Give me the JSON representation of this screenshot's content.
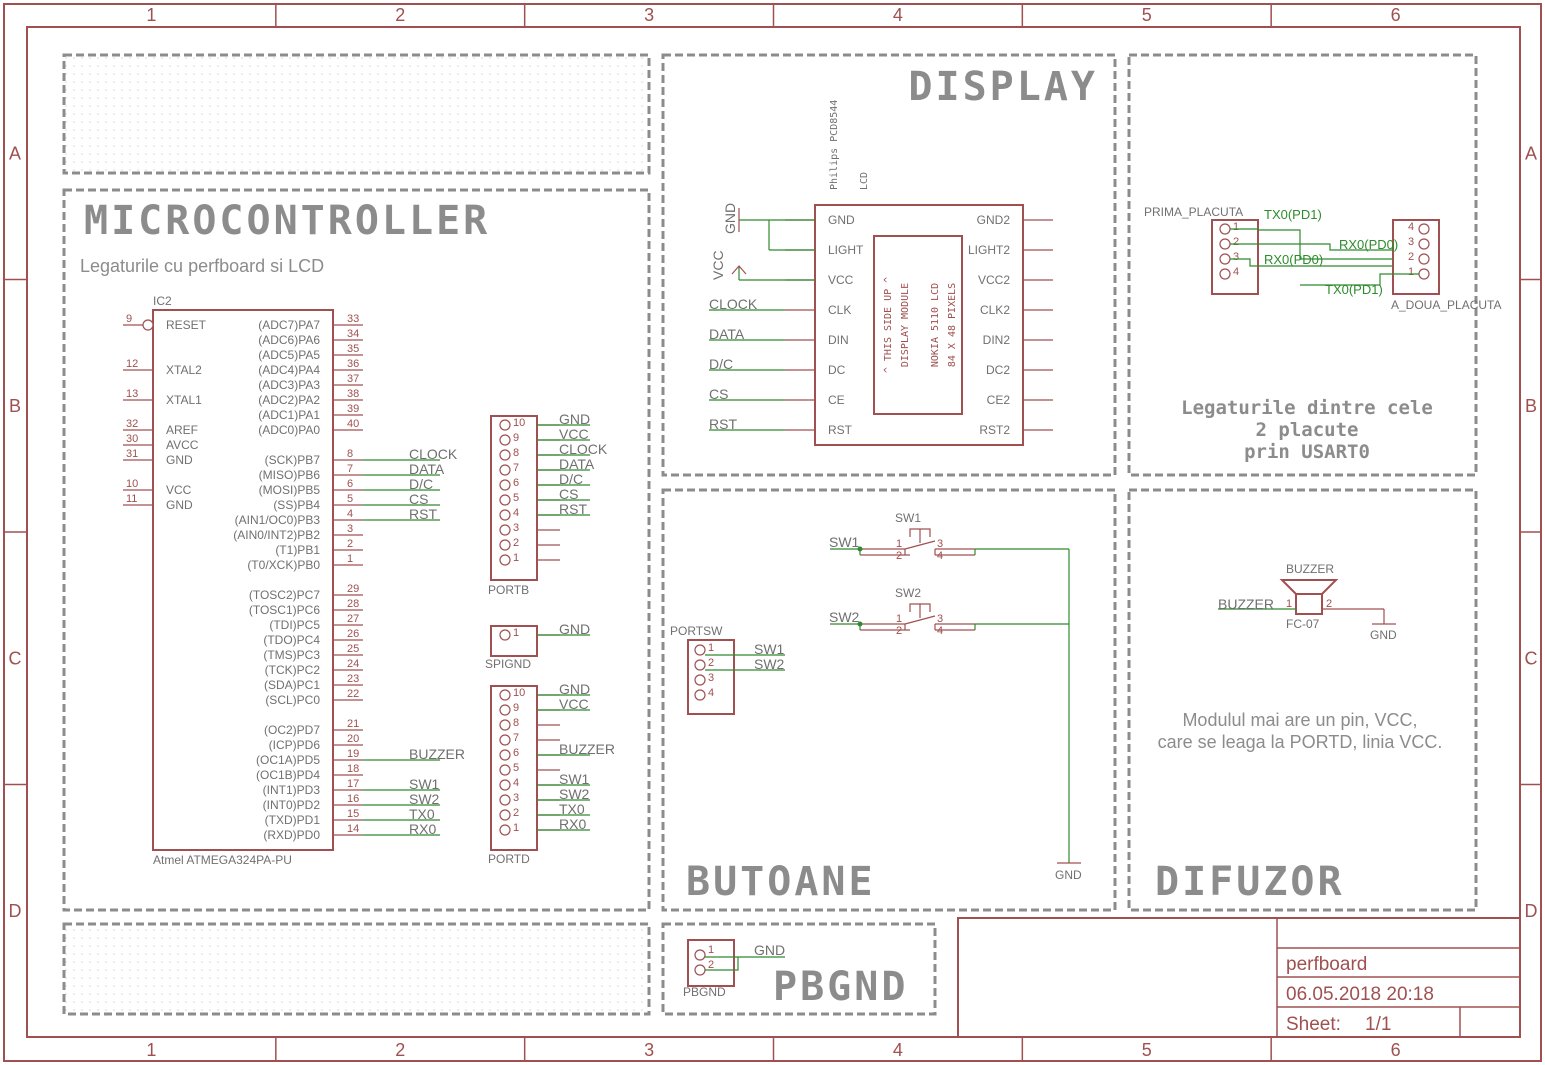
{
  "colors": {
    "frame": "#a05050",
    "wire": "#2e8b2e",
    "text_gray": "#8c8c8c"
  },
  "grid": {
    "columns": [
      "1",
      "2",
      "3",
      "4",
      "5",
      "6"
    ],
    "rows": [
      "A",
      "B",
      "C",
      "D"
    ]
  },
  "sections": {
    "microcontroller": "MICROCONTROLLER",
    "display": "DISPLAY",
    "butoane": "BUTOANE",
    "difuzor": "DIFUZOR",
    "pbgnd": "PBGND"
  },
  "notes": {
    "mcu_subtitle": "Legaturile cu perfboard si LCD",
    "usart_line1": "Legaturile dintre cele",
    "usart_line2": "2 placute",
    "usart_line3": "prin USART0",
    "buzzer_line1": "Modulul mai are un pin, VCC,",
    "buzzer_line2": "care se leaga la PORTD, linia VCC."
  },
  "mcu": {
    "name": "IC2",
    "value": "Atmel ATMEGA324PA-PU",
    "left_pins": [
      {
        "num": "9",
        "label": "RESET"
      },
      {
        "num": "12",
        "label": "XTAL2"
      },
      {
        "num": "13",
        "label": "XTAL1"
      },
      {
        "num": "32",
        "label": "AREF"
      },
      {
        "num": "30",
        "label": "AVCC"
      },
      {
        "num": "31",
        "label": "GND"
      },
      {
        "num": "10",
        "label": "VCC"
      },
      {
        "num": "11",
        "label": "GND"
      }
    ],
    "right_pins": [
      {
        "num": "33",
        "label": "(ADC7)PA7",
        "net": ""
      },
      {
        "num": "34",
        "label": "(ADC6)PA6",
        "net": ""
      },
      {
        "num": "35",
        "label": "(ADC5)PA5",
        "net": ""
      },
      {
        "num": "36",
        "label": "(ADC4)PA4",
        "net": ""
      },
      {
        "num": "37",
        "label": "(ADC3)PA3",
        "net": ""
      },
      {
        "num": "38",
        "label": "(ADC2)PA2",
        "net": ""
      },
      {
        "num": "39",
        "label": "(ADC1)PA1",
        "net": ""
      },
      {
        "num": "40",
        "label": "(ADC0)PA0",
        "net": ""
      },
      {
        "num": "8",
        "label": "(SCK)PB7",
        "net": "CLOCK"
      },
      {
        "num": "7",
        "label": "(MISO)PB6",
        "net": "DATA"
      },
      {
        "num": "6",
        "label": "(MOSI)PB5",
        "net": "D/C"
      },
      {
        "num": "5",
        "label": "(SS)PB4",
        "net": "CS"
      },
      {
        "num": "4",
        "label": "(AIN1/OC0)PB3",
        "net": "RST"
      },
      {
        "num": "3",
        "label": "(AIN0/INT2)PB2",
        "net": ""
      },
      {
        "num": "2",
        "label": "(T1)PB1",
        "net": ""
      },
      {
        "num": "1",
        "label": "(T0/XCK)PB0",
        "net": ""
      },
      {
        "num": "29",
        "label": "(TOSC2)PC7",
        "net": ""
      },
      {
        "num": "28",
        "label": "(TOSC1)PC6",
        "net": ""
      },
      {
        "num": "27",
        "label": "(TDI)PC5",
        "net": ""
      },
      {
        "num": "26",
        "label": "(TDO)PC4",
        "net": ""
      },
      {
        "num": "25",
        "label": "(TMS)PC3",
        "net": ""
      },
      {
        "num": "24",
        "label": "(TCK)PC2",
        "net": ""
      },
      {
        "num": "23",
        "label": "(SDA)PC1",
        "net": ""
      },
      {
        "num": "22",
        "label": "(SCL)PC0",
        "net": ""
      },
      {
        "num": "21",
        "label": "(OC2)PD7",
        "net": ""
      },
      {
        "num": "20",
        "label": "(ICP)PD6",
        "net": ""
      },
      {
        "num": "19",
        "label": "(OC1A)PD5",
        "net": "BUZZER"
      },
      {
        "num": "18",
        "label": "(OC1B)PD4",
        "net": ""
      },
      {
        "num": "17",
        "label": "(INT1)PD3",
        "net": "SW1"
      },
      {
        "num": "16",
        "label": "(INT0)PD2",
        "net": "SW2"
      },
      {
        "num": "15",
        "label": "(TXD)PD1",
        "net": "TX0"
      },
      {
        "num": "14",
        "label": "(RXD)PD0",
        "net": "RX0"
      }
    ]
  },
  "portb": {
    "name": "PORTB",
    "pins": [
      {
        "num": "10",
        "net": "GND"
      },
      {
        "num": "9",
        "net": "VCC"
      },
      {
        "num": "8",
        "net": "CLOCK"
      },
      {
        "num": "7",
        "net": "DATA"
      },
      {
        "num": "6",
        "net": "D/C"
      },
      {
        "num": "5",
        "net": "CS"
      },
      {
        "num": "4",
        "net": "RST"
      },
      {
        "num": "3",
        "net": ""
      },
      {
        "num": "2",
        "net": ""
      },
      {
        "num": "1",
        "net": ""
      }
    ]
  },
  "spignd": {
    "name": "SPIGND",
    "pins": [
      {
        "num": "1",
        "net": "GND"
      }
    ]
  },
  "portd": {
    "name": "PORTD",
    "pins": [
      {
        "num": "10",
        "net": "GND"
      },
      {
        "num": "9",
        "net": "VCC"
      },
      {
        "num": "8",
        "net": ""
      },
      {
        "num": "7",
        "net": ""
      },
      {
        "num": "6",
        "net": "BUZZER"
      },
      {
        "num": "5",
        "net": ""
      },
      {
        "num": "4",
        "net": "SW1"
      },
      {
        "num": "3",
        "net": "SW2"
      },
      {
        "num": "2",
        "net": "TX0"
      },
      {
        "num": "1",
        "net": "RX0"
      }
    ]
  },
  "lcd": {
    "vendor": "Philips PCD8544",
    "type": "LCD",
    "inner_line1": "^ THIS SIDE UP ^",
    "inner_line2": "DISPLAY MODULE",
    "inner_line3": "NOKIA 5110 LCD",
    "inner_line4": "84 X 48 PIXELS",
    "left_pins": [
      "GND",
      "LIGHT",
      "VCC",
      "CLK",
      "DIN",
      "DC",
      "CE",
      "RST"
    ],
    "right_pins": [
      "GND2",
      "LIGHT2",
      "VCC2",
      "CLK2",
      "DIN2",
      "DC2",
      "CE2",
      "RST2"
    ],
    "nets": [
      "GND",
      "VCC",
      "CLOCK",
      "DATA",
      "D/C",
      "CS",
      "RST"
    ]
  },
  "usart": {
    "left_name": "PRIMA_PLACUTA",
    "right_name": "A_DOUA_PLACUTA",
    "left_pins": [
      "1",
      "2",
      "3",
      "4"
    ],
    "right_pins": [
      "4",
      "3",
      "2",
      "1"
    ],
    "nets": [
      "TX0(PD1)",
      "RX0(PD0)",
      "RX0(PD0)",
      "TX0(PD1)"
    ]
  },
  "buttons": {
    "sw1": "SW1",
    "sw2": "SW2",
    "pins": [
      "1",
      "2",
      "3",
      "4"
    ],
    "gnd": "GND",
    "portsw": "PORTSW",
    "portsw_pins": [
      "1",
      "2",
      "3",
      "4"
    ],
    "portsw_nets": [
      "SW1",
      "SW2"
    ]
  },
  "buzzer": {
    "name": "BUZZER",
    "value": "FC-07",
    "net": "BUZZER",
    "pins": [
      "1",
      "2"
    ],
    "gnd": "GND"
  },
  "pbgnd": {
    "name": "PBGND",
    "pins": [
      "1",
      "2"
    ],
    "net": "GND"
  },
  "titleblock": {
    "name": "perfboard",
    "date": "06.05.2018 20:18",
    "sheet_label": "Sheet:",
    "sheet_value": "1/1"
  }
}
